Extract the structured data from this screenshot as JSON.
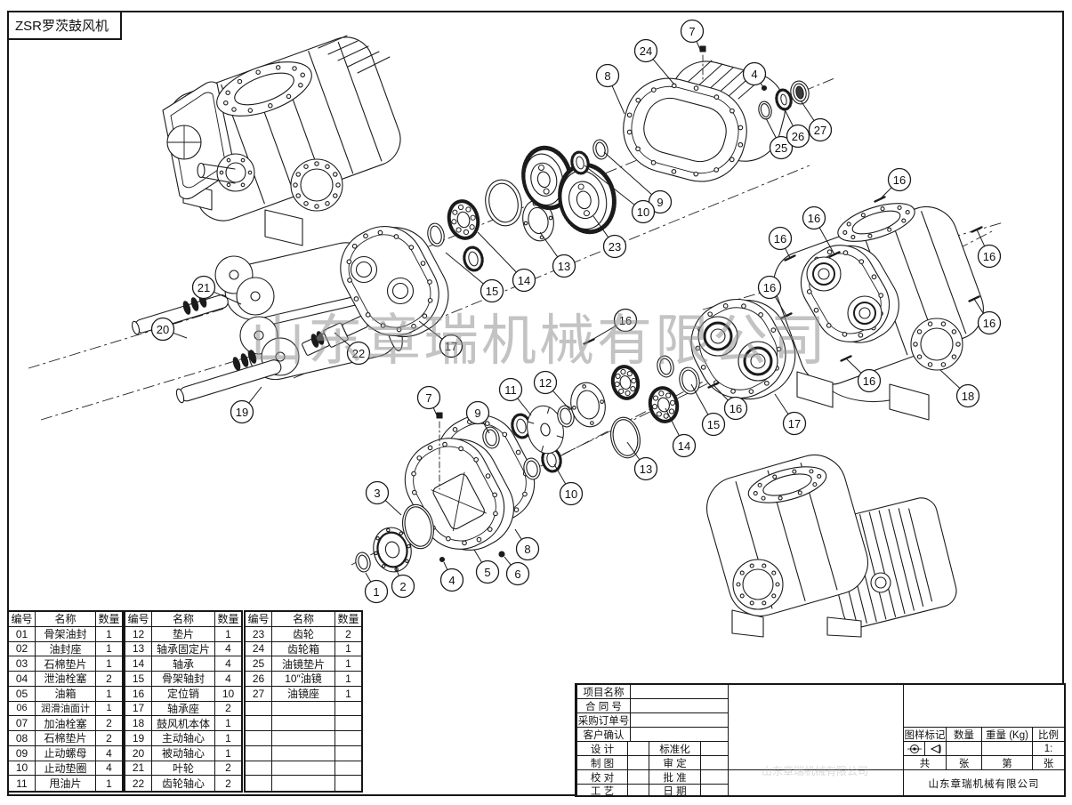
{
  "page": {
    "label": "ZSR罗茨鼓风机",
    "watermark": "山东章瑞机械有限公司",
    "watermark_faint": "山东章瑞机械有限公司"
  },
  "parts_table": {
    "headers": [
      "编号",
      "名称",
      "数量"
    ],
    "groups": [
      [
        [
          "01",
          "骨架油封",
          "1"
        ],
        [
          "02",
          "油封座",
          "1"
        ],
        [
          "03",
          "石棉垫片",
          "1"
        ],
        [
          "04",
          "泄油栓塞",
          "2"
        ],
        [
          "05",
          "油箱",
          "1"
        ],
        [
          "06",
          "润滑油面计",
          "1"
        ],
        [
          "07",
          "加油栓塞",
          "2"
        ],
        [
          "08",
          "石棉垫片",
          "2"
        ],
        [
          "09",
          "止动螺母",
          "4"
        ],
        [
          "10",
          "止动垫圈",
          "4"
        ],
        [
          "11",
          "甩油片",
          "1"
        ]
      ],
      [
        [
          "12",
          "垫片",
          "1"
        ],
        [
          "13",
          "轴承固定片",
          "4"
        ],
        [
          "14",
          "轴承",
          "4"
        ],
        [
          "15",
          "骨架轴封",
          "4"
        ],
        [
          "16",
          "定位销",
          "10"
        ],
        [
          "17",
          "轴承座",
          "2"
        ],
        [
          "18",
          "鼓风机本体",
          "1"
        ],
        [
          "19",
          "主动轴心",
          "1"
        ],
        [
          "20",
          "被动轴心",
          "1"
        ],
        [
          "21",
          "叶轮",
          "2"
        ],
        [
          "22",
          "齿轮轴心",
          "2"
        ]
      ],
      [
        [
          "23",
          "齿轮",
          "2"
        ],
        [
          "24",
          "齿轮箱",
          "1"
        ],
        [
          "25",
          "油镜垫片",
          "1"
        ],
        [
          "26",
          "10″油镜",
          "1"
        ],
        [
          "27",
          "油镜座",
          "1"
        ],
        [
          "",
          "",
          ""
        ],
        [
          "",
          "",
          ""
        ],
        [
          "",
          "",
          ""
        ],
        [
          "",
          "",
          ""
        ],
        [
          "",
          "",
          ""
        ],
        [
          "",
          "",
          ""
        ]
      ]
    ]
  },
  "title_block": {
    "project_label": "项目名称",
    "contract_label": "合 同 号",
    "po_label": "采购订单号",
    "customer_label": "客户确认",
    "design_label": "设  计",
    "draft_label": "制  图",
    "proof_label": "校  对",
    "process_label": "工  艺",
    "standard_label": "标准化",
    "review_label": "审  定",
    "approve_label": "批  准",
    "date_label": "日  期",
    "mark_label": "图样标记",
    "qty_label": "数量",
    "weight_label": "重量 (Kg)",
    "scale_label": "比例",
    "scale_value": "1:",
    "total_label": "共",
    "sheet_label": "张",
    "page_label": "第",
    "sheet_label2": "张",
    "company": "山东章瑞机械有限公司"
  },
  "callouts": [
    [
      "7",
      778,
      35,
      788,
      58
    ],
    [
      "24",
      726,
      57,
      758,
      95
    ],
    [
      "8",
      683,
      85,
      702,
      128
    ],
    [
      "4",
      848,
      83,
      858,
      98
    ],
    [
      "25",
      878,
      166,
      861,
      133
    ],
    [
      "26",
      897,
      153,
      881,
      121
    ],
    [
      "27",
      922,
      146,
      900,
      113
    ],
    [
      "9",
      742,
      227,
      679,
      171
    ],
    [
      "10",
      723,
      238,
      657,
      186
    ],
    [
      "23",
      691,
      277,
      667,
      243
    ],
    [
      "13",
      634,
      299,
      607,
      261
    ],
    [
      "14",
      589,
      315,
      537,
      261
    ],
    [
      "15",
      553,
      327,
      501,
      284
    ],
    [
      "16",
      703,
      360,
      662,
      384
    ],
    [
      "21",
      229,
      323,
      271,
      342
    ],
    [
      "20",
      183,
      370,
      210,
      380
    ],
    [
      "19",
      272,
      463,
      294,
      435
    ],
    [
      "22",
      403,
      397,
      376,
      374
    ],
    [
      "17",
      507,
      389,
      471,
      361
    ],
    [
      "16",
      1011,
      202,
      989,
      224
    ],
    [
      "16",
      915,
      245,
      938,
      286
    ],
    [
      "16",
      877,
      268,
      888,
      290
    ],
    [
      "16",
      1112,
      288,
      1098,
      258
    ],
    [
      "16",
      865,
      323,
      884,
      355
    ],
    [
      "16",
      1112,
      363,
      1095,
      336
    ],
    [
      "16",
      977,
      428,
      951,
      403
    ],
    [
      "16",
      827,
      459,
      802,
      433
    ],
    [
      "17",
      893,
      476,
      871,
      443
    ],
    [
      "18",
      1088,
      445,
      1057,
      416
    ],
    [
      "11",
      574,
      438,
      597,
      467
    ],
    [
      "12",
      613,
      430,
      641,
      461
    ],
    [
      "13",
      726,
      527,
      705,
      497
    ],
    [
      "14",
      769,
      501,
      748,
      459
    ],
    [
      "15",
      802,
      477,
      777,
      432
    ],
    [
      "7",
      482,
      447,
      492,
      469
    ],
    [
      "9",
      537,
      464,
      550,
      487
    ],
    [
      "3",
      424,
      554,
      451,
      579
    ],
    [
      "1",
      423,
      665,
      411,
      644
    ],
    [
      "2",
      453,
      659,
      444,
      636
    ],
    [
      "4",
      508,
      652,
      499,
      632
    ],
    [
      "5",
      548,
      643,
      533,
      618
    ],
    [
      "6",
      582,
      645,
      567,
      626
    ],
    [
      "8",
      593,
      617,
      579,
      595
    ],
    [
      "10",
      642,
      555,
      623,
      522
    ]
  ]
}
